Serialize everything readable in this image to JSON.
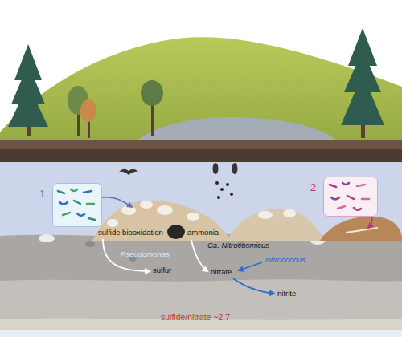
{
  "diagram": {
    "nodes": [
      {
        "text": [
          "1"
        ]
      },
      {
        "text": [
          "2"
        ]
      }
    ],
    "labels": [
      "sulfide biooxidation",
      "ammonia",
      "Ca. Nitrocosmicus",
      "Pseudomonas",
      "sulfur",
      "Nitrococcus",
      "nitrate",
      "nitrite",
      "sulfide/nitrate ~2.7"
    ]
  }
}
